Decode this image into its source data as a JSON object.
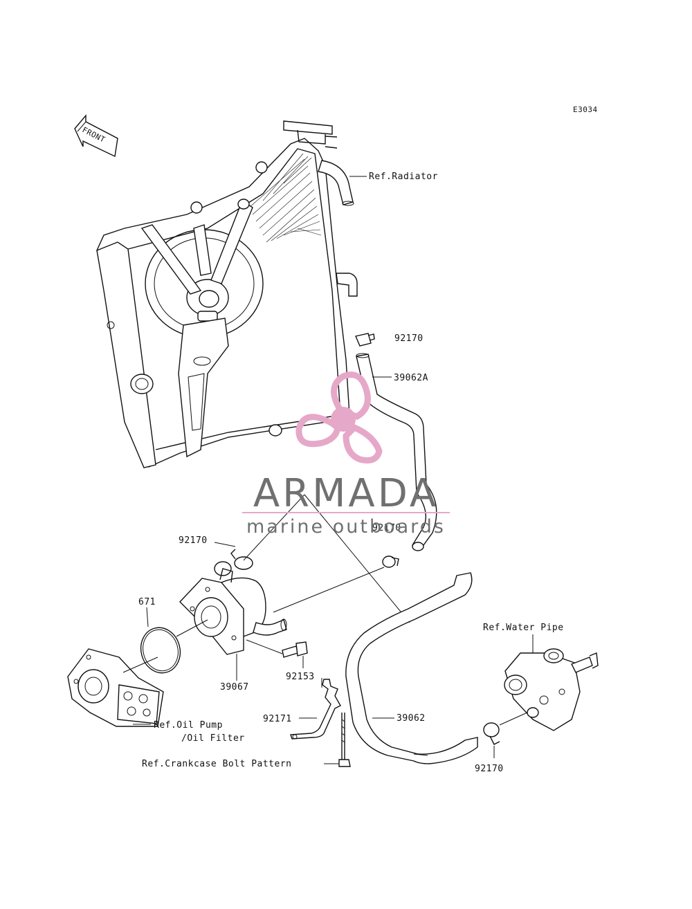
{
  "diagram_code": "E3034",
  "front_arrow_text": "FRONT",
  "labels": {
    "ref_radiator": "Ref.Radiator",
    "clamp_top": "92170",
    "hose_upper": "39062A",
    "clamp_mid_left": "92170",
    "clamp_mid_right": "92170",
    "oring": "671",
    "ref_water_pipe": "Ref.Water Pipe",
    "bolt": "92153",
    "oil_cooler": "39067",
    "bracket": "92171",
    "hose_lower": "39062",
    "ref_oil_pump_1": "Ref.Oil Pump",
    "ref_oil_pump_2": "/Oil Filter",
    "ref_crankcase": "Ref.Crankcase Bolt Pattern",
    "clamp_bottom": "92170"
  },
  "watermark": {
    "brand": "ARMADA",
    "tagline": "marine outboards",
    "color_pink": "#e6a8c8",
    "color_gray": "#707070"
  }
}
